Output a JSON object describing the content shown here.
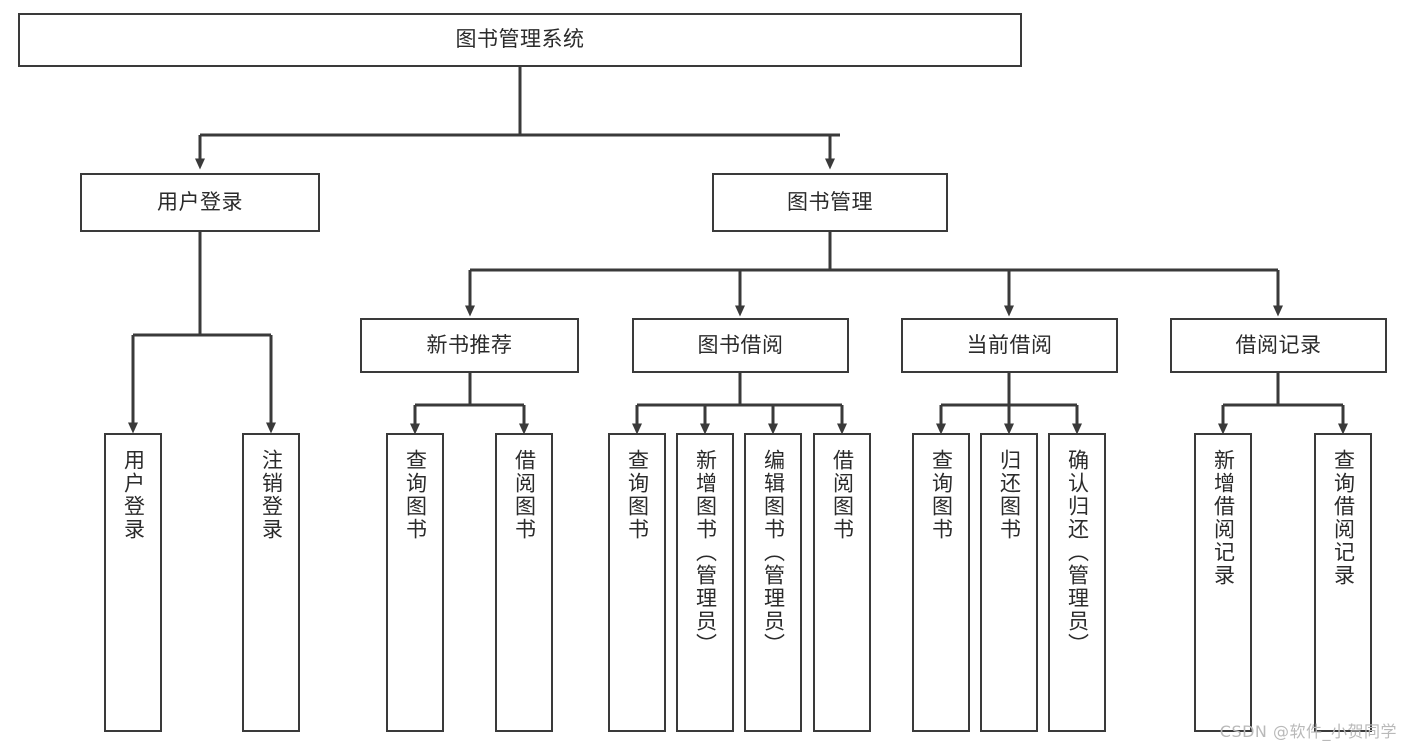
{
  "diagram": {
    "title": "图书管理系统",
    "watermark": "CSDN @软件_小贺同学",
    "style": {
      "border_color": "#3a3a3a",
      "text_color": "#2b2b2b",
      "background": "#ffffff",
      "edge_color": "#3a3a3a",
      "watermark_color": "#b9b9b9"
    },
    "root": {
      "label": "图书管理系统"
    },
    "level1": [
      {
        "label": "用户登录"
      },
      {
        "label": "图书管理"
      }
    ],
    "level2": [
      {
        "label": "新书推荐"
      },
      {
        "label": "图书借阅"
      },
      {
        "label": "当前借阅"
      },
      {
        "label": "借阅记录"
      }
    ],
    "leaves": {
      "user_login": [
        {
          "label": "用户登录"
        },
        {
          "label": "注销登录"
        }
      ],
      "new_book": [
        {
          "label": "查询图书"
        },
        {
          "label": "借阅图书"
        }
      ],
      "book_borrow": [
        {
          "label": "查询图书"
        },
        {
          "label": "新增图书（管理员）"
        },
        {
          "label": "编辑图书（管理员）"
        },
        {
          "label": "借阅图书"
        }
      ],
      "current_borrow": [
        {
          "label": "查询图书"
        },
        {
          "label": "归还图书"
        },
        {
          "label": "确认归还（管理员）"
        }
      ],
      "borrow_record": [
        {
          "label": "新增借阅记录"
        },
        {
          "label": "查询借阅记录"
        }
      ]
    }
  }
}
